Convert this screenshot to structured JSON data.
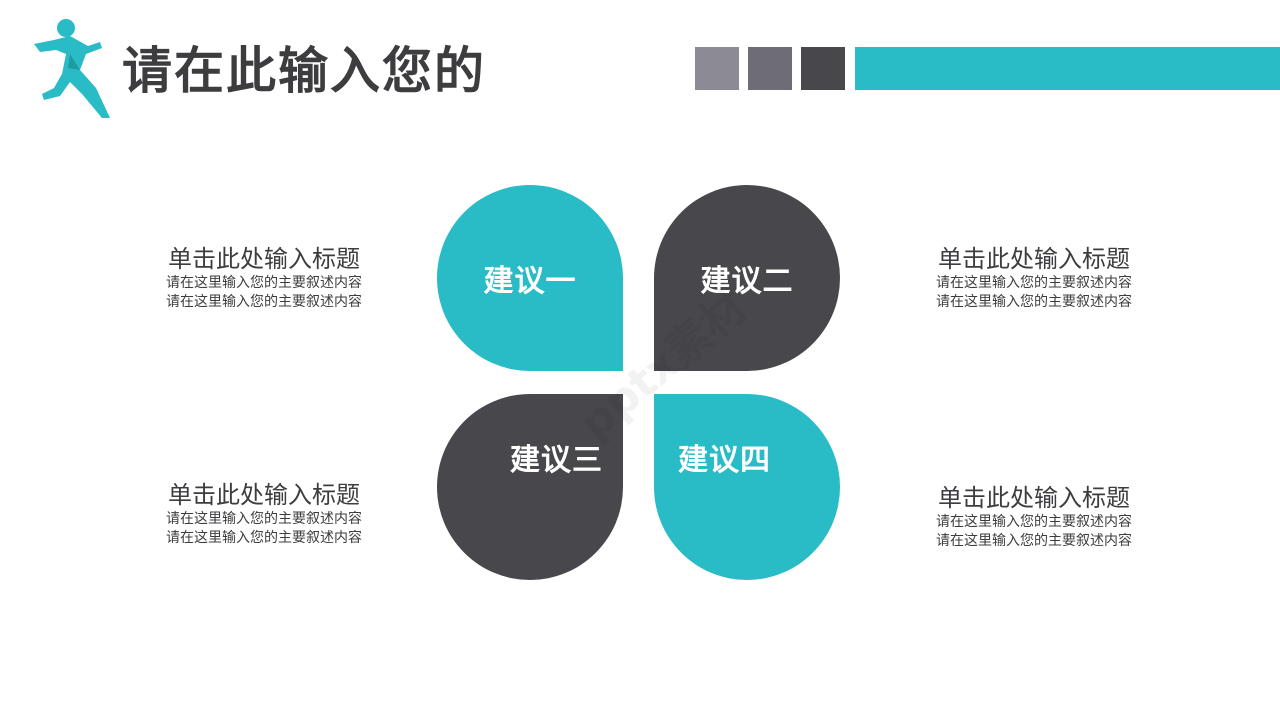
{
  "header": {
    "title": "请在此输入您的",
    "colors": {
      "accent": "#29bcc6",
      "dark": "#48484c",
      "gray1": "#8c8b95",
      "gray2": "#6e6d77"
    }
  },
  "petals": [
    {
      "label": "建议一",
      "color": "#29bcc6"
    },
    {
      "label": "建议二",
      "color": "#48484c"
    },
    {
      "label": "建议三",
      "color": "#48484c"
    },
    {
      "label": "建议四",
      "color": "#29bcc6"
    }
  ],
  "text_blocks": [
    {
      "title": "单击此处输入标题",
      "line1": "请在这里输入您的主要叙述内容",
      "line2": "请在这里输入您的主要叙述内容"
    },
    {
      "title": "单击此处输入标题",
      "line1": "请在这里输入您的主要叙述内容",
      "line2": "请在这里输入您的主要叙述内容"
    },
    {
      "title": "单击此处输入标题",
      "line1": "请在这里输入您的主要叙述内容",
      "line2": "请在这里输入您的主要叙述内容"
    },
    {
      "title": "单击此处输入标题",
      "line1": "请在这里输入您的主要叙述内容",
      "line2": "请在这里输入您的主要叙述内容"
    }
  ],
  "watermark": "pptx素材"
}
